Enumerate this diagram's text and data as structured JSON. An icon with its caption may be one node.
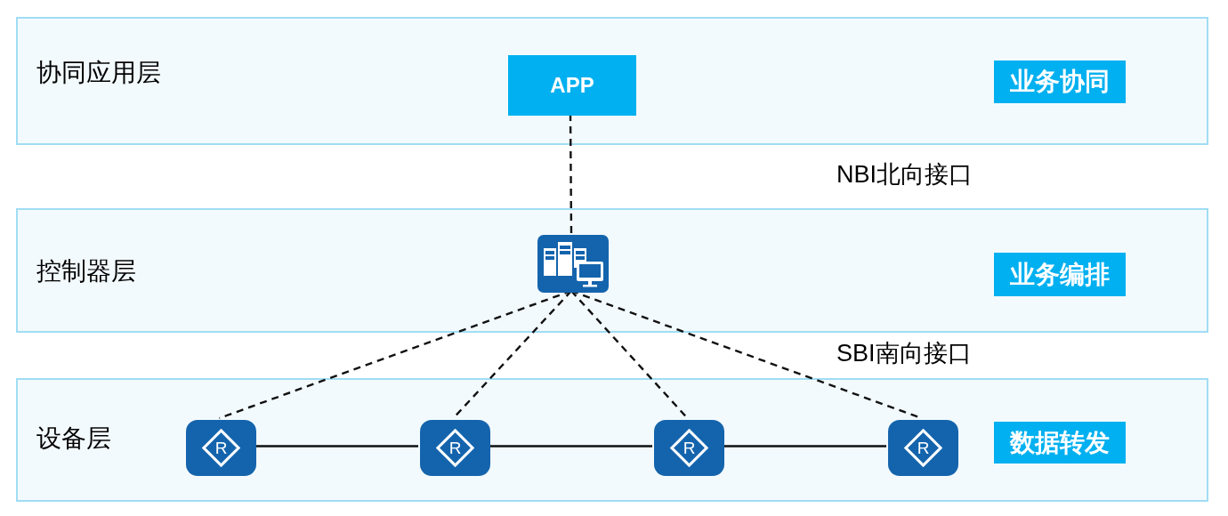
{
  "diagram": {
    "nodes": [
      {
        "text": [
          "协同应用层"
        ]
      },
      {
        "text": [
          "APP"
        ],
        "in": 0
      },
      {
        "text": [
          "业务协同"
        ],
        "in": 0
      },
      {
        "text": [
          "控制器层"
        ]
      },
      {
        "text": [],
        "shape": "picture",
        "in": 3
      },
      {
        "text": [
          "业务编排"
        ],
        "in": 3
      },
      {
        "text": [
          "设备层"
        ]
      },
      {
        "text": [
          "R"
        ],
        "in": 6
      },
      {
        "text": [
          "R"
        ],
        "in": 6
      },
      {
        "text": [
          "R"
        ],
        "in": 6
      },
      {
        "text": [
          "R"
        ],
        "in": 6
      },
      {
        "text": [
          "数据转发"
        ],
        "in": 6
      }
    ],
    "edges": [
      {
        "from": 1,
        "to": 4,
        "arrow": "none",
        "style": "dashed"
      },
      {
        "from": 4,
        "to": 7,
        "arrow": "none",
        "style": "dashed"
      },
      {
        "from": 4,
        "to": 8,
        "arrow": "none",
        "style": "dashed"
      },
      {
        "from": 4,
        "to": 9,
        "arrow": "none",
        "style": "dashed"
      },
      {
        "from": 4,
        "to": 10,
        "arrow": "none",
        "style": "dashed"
      },
      {
        "from": 7,
        "to": 8,
        "arrow": "none"
      },
      {
        "from": 8,
        "to": 9,
        "arrow": "none"
      },
      {
        "from": 9,
        "to": 10,
        "arrow": "none"
      }
    ],
    "labels": [
      "NBI北向接口",
      "SBI南向接口"
    ]
  }
}
